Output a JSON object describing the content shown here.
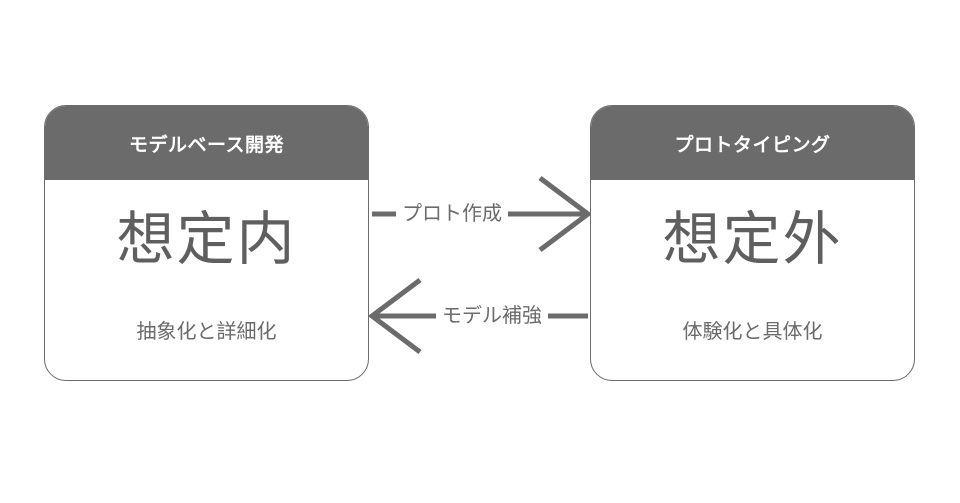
{
  "left_node": {
    "title": "モデルベース開発",
    "main": "想定内",
    "sub": "抽象化と詳細化"
  },
  "right_node": {
    "title": "プロトタイピング",
    "main": "想定外",
    "sub": "体験化と具体化"
  },
  "edges": {
    "forward_label": "プロト作成",
    "backward_label": "モデル補強"
  },
  "colors": {
    "primary_gray": "#6b6b6b",
    "text_gray": "#5f5f5f",
    "background": "#ffffff"
  }
}
